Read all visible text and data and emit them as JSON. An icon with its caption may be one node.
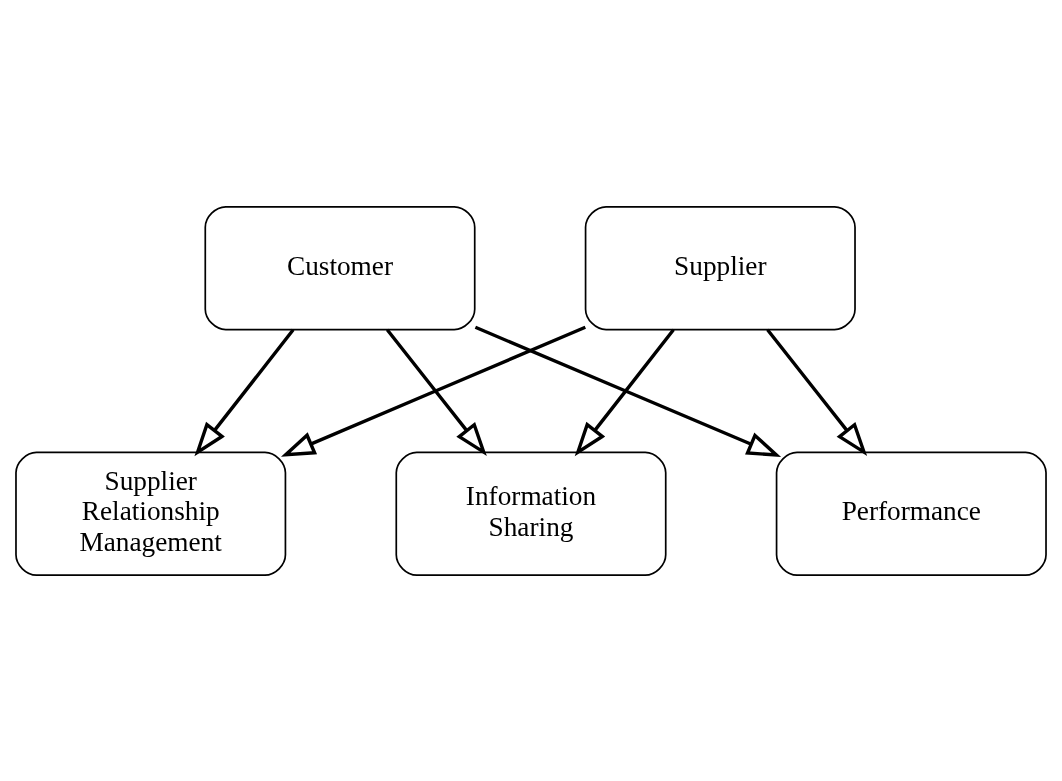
{
  "diagram": {
    "nodes": [
      {
        "text": [
          "Customer"
        ]
      },
      {
        "text": [
          "Supplier Relationship Management"
        ]
      },
      {
        "text": [
          "Information Sharing"
        ]
      },
      {
        "text": [
          "Performance"
        ]
      },
      {
        "text": [
          "Supplier"
        ]
      }
    ],
    "edges": [
      {
        "from": 0,
        "to": 1,
        "arrow": "to"
      },
      {
        "from": 0,
        "to": 2,
        "arrow": "to"
      },
      {
        "from": 0,
        "to": 3,
        "arrow": "to"
      },
      {
        "from": 4,
        "to": 1,
        "arrow": "to"
      },
      {
        "from": 4,
        "to": 2,
        "arrow": "to"
      },
      {
        "from": 4,
        "to": 3,
        "arrow": "to"
      }
    ]
  }
}
